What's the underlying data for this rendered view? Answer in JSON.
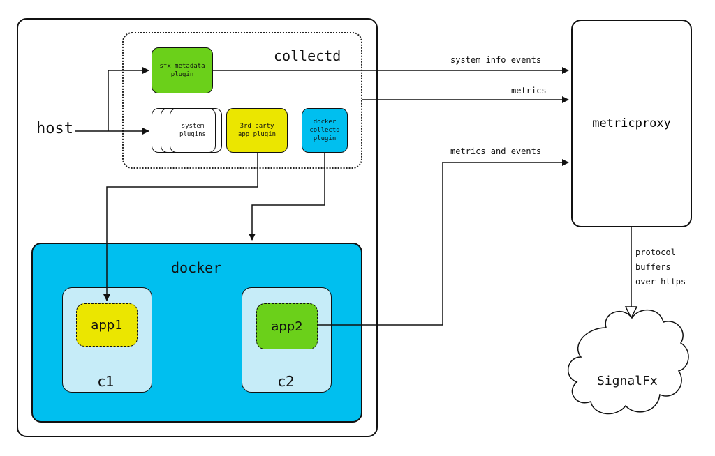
{
  "host": {
    "label": "host"
  },
  "collectd": {
    "label": "collectd",
    "plugins": {
      "sfx_metadata": "sfx metadata\nplugin",
      "system": "system\nplugins",
      "third_party": "3rd party\napp plugin",
      "docker": "docker\ncollectd\nplugin"
    }
  },
  "docker": {
    "label": "docker",
    "containers": [
      {
        "name": "c1",
        "app": "app1"
      },
      {
        "name": "c2",
        "app": "app2"
      }
    ]
  },
  "metricproxy": {
    "label": "metricproxy"
  },
  "signalfx": {
    "label": "SignalFx"
  },
  "edges": {
    "system_info_events": "system info events",
    "metrics": "metrics",
    "metrics_and_events": "metrics and events",
    "protocol": "protocol\nbuffers\nover https"
  },
  "colors": {
    "green": "#6bd01a",
    "yellow": "#ebe600",
    "blue": "#00bfef",
    "light_blue": "#c6ecf8"
  }
}
